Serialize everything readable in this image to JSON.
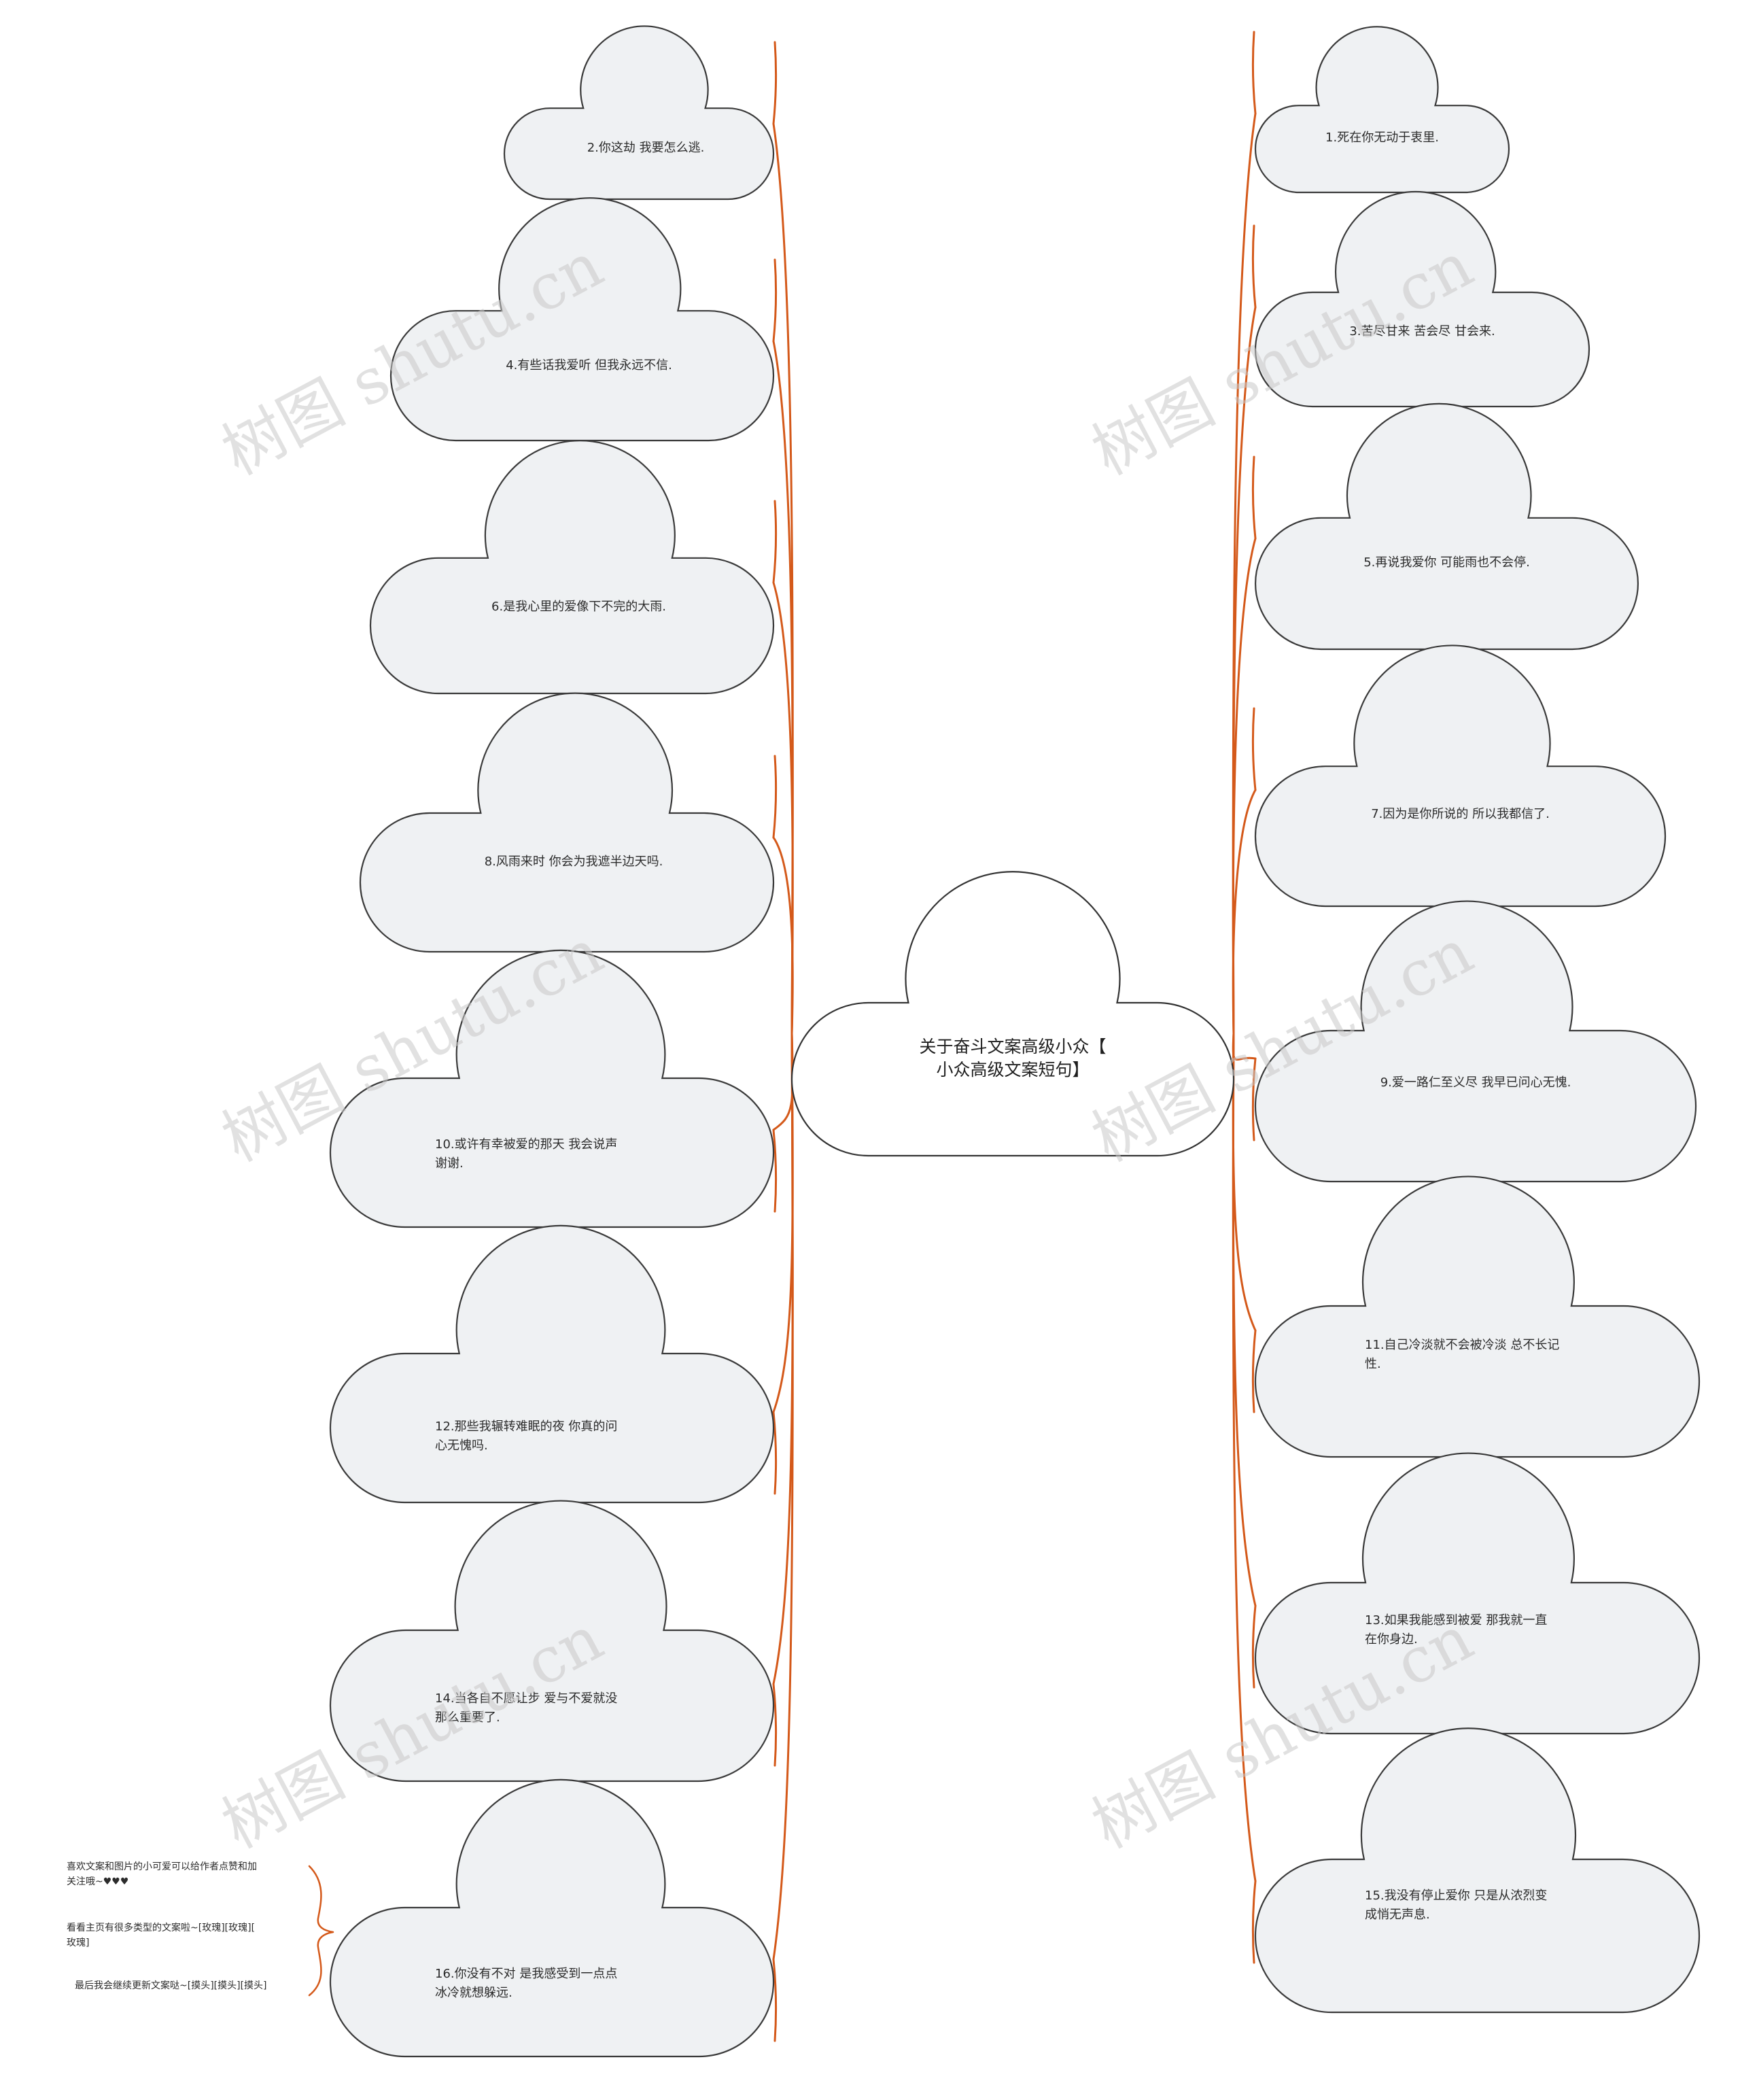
{
  "center": {
    "lines": [
      "关于奋斗文案高级小众【",
      "小众高级文案短句】"
    ]
  },
  "left_nodes": [
    {
      "lines": [
        "2.你这劫  我要怎么逃."
      ]
    },
    {
      "lines": [
        "4.有些话我爱听  但我永远不信."
      ]
    },
    {
      "lines": [
        "6.是我心里的爱像下不完的大雨."
      ]
    },
    {
      "lines": [
        "8.风雨来时  你会为我遮半边天吗."
      ]
    },
    {
      "lines": [
        "10.或许有幸被爱的那天  我会说声",
        "谢谢."
      ]
    },
    {
      "lines": [
        "12.那些我辗转难眠的夜  你真的问",
        "心无愧吗."
      ]
    },
    {
      "lines": [
        "14.当各自不愿让步  爱与不爱就没",
        "那么重要了."
      ]
    },
    {
      "lines": [
        "16.你没有不对  是我感受到一点点",
        "冰冷就想躲远."
      ]
    }
  ],
  "right_nodes": [
    {
      "lines": [
        "1.死在你无动于衷里."
      ]
    },
    {
      "lines": [
        "3.苦尽甘来  苦会尽  甘会来."
      ]
    },
    {
      "lines": [
        "5.再说我爱你  可能雨也不会停."
      ]
    },
    {
      "lines": [
        "7.因为是你所说的  所以我都信了."
      ]
    },
    {
      "lines": [
        "9.爱一路仁至义尽  我早已问心无愧."
      ]
    },
    {
      "lines": [
        "11.自己冷淡就不会被冷淡  总不长记",
        "性."
      ]
    },
    {
      "lines": [
        "13.如果我能感到被爱  那我就一直",
        "在你身边."
      ]
    },
    {
      "lines": [
        "15.我没有停止爱你  只是从浓烈变",
        "成悄无声息."
      ]
    }
  ],
  "notes": [
    {
      "lines": [
        "喜欢文案和图片的小可爱可以给作者点赞和加",
        "关注哦~♥♥♥"
      ]
    },
    {
      "lines": [
        "看看主页有很多类型的文案啦~[玫瑰][玫瑰][",
        "玫瑰]"
      ]
    },
    {
      "lines": [
        "最后我会继续更新文案哒~[摸头][摸头][摸头]"
      ]
    }
  ],
  "watermarks": [
    "树图 shutu.cn",
    "树图 shutu.cn",
    "树图 shutu.cn",
    "树图 shutu.cn",
    "树图 shutu.cn",
    "树图 shutu.cn"
  ],
  "colors": {
    "branch": "#d4591a",
    "cloud_fill": "#eff1f3",
    "cloud_stroke": "#3a3a3a"
  }
}
